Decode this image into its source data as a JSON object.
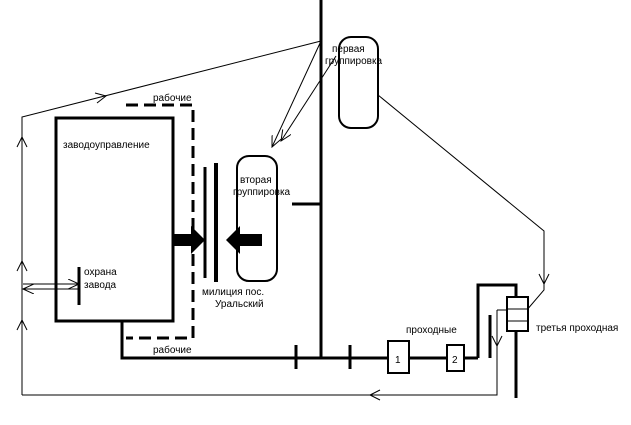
{
  "diagram": {
    "labels": {
      "factory_management": "заводоуправление",
      "plant_guard_line1": "охрана",
      "plant_guard_line2": "завода",
      "workers_top": "рабочие",
      "workers_bottom": "рабочие",
      "police_line1": "милиция пос.",
      "police_line2": "Уральский",
      "first_group_line1": "первая",
      "first_group_line2": "группировка",
      "second_group_line1": "вторая",
      "second_group_line2": "группировка",
      "checkpoints": "проходные",
      "checkpoint_1": "1",
      "checkpoint_2": "2",
      "third_checkpoint": "третья проходная"
    }
  }
}
